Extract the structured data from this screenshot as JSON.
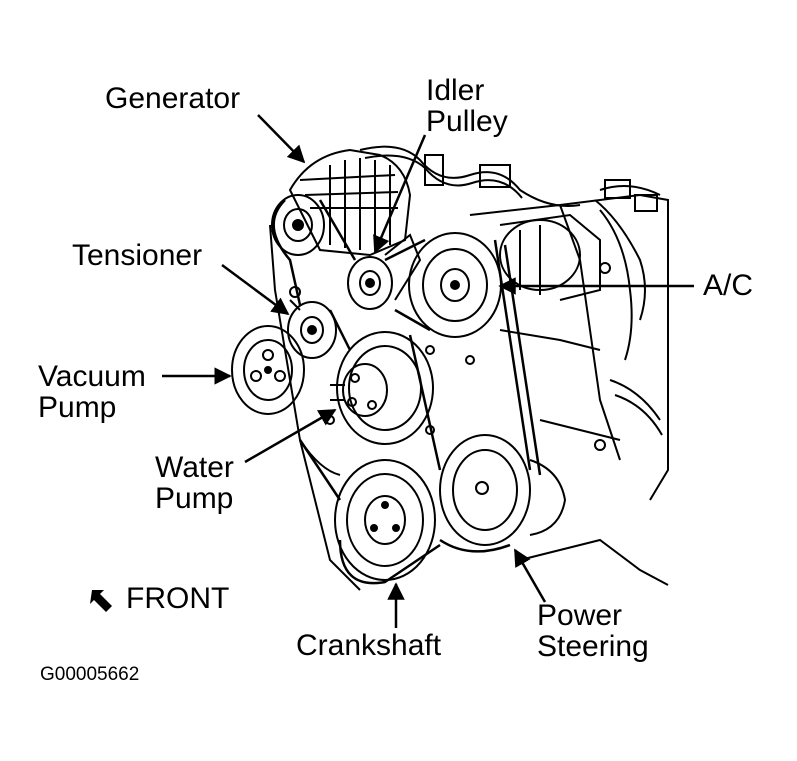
{
  "labels": {
    "generator": "Generator",
    "idler_line1": "Idler",
    "idler_line2": "Pulley",
    "tensioner": "Tensioner",
    "ac": "A/C",
    "vacuum_line1": "Vacuum",
    "vacuum_line2": "Pump",
    "water_line1": "Water",
    "water_line2": "Pump",
    "front": "FRONT",
    "crankshaft": "Crankshaft",
    "power_line1": "Power",
    "power_line2": "Steering"
  },
  "figure_code": "G00005662",
  "icons": {
    "front_arrow": "diagonal-arrow-icon"
  },
  "colors": {
    "ink": "#000000",
    "paper": "#ffffff"
  }
}
